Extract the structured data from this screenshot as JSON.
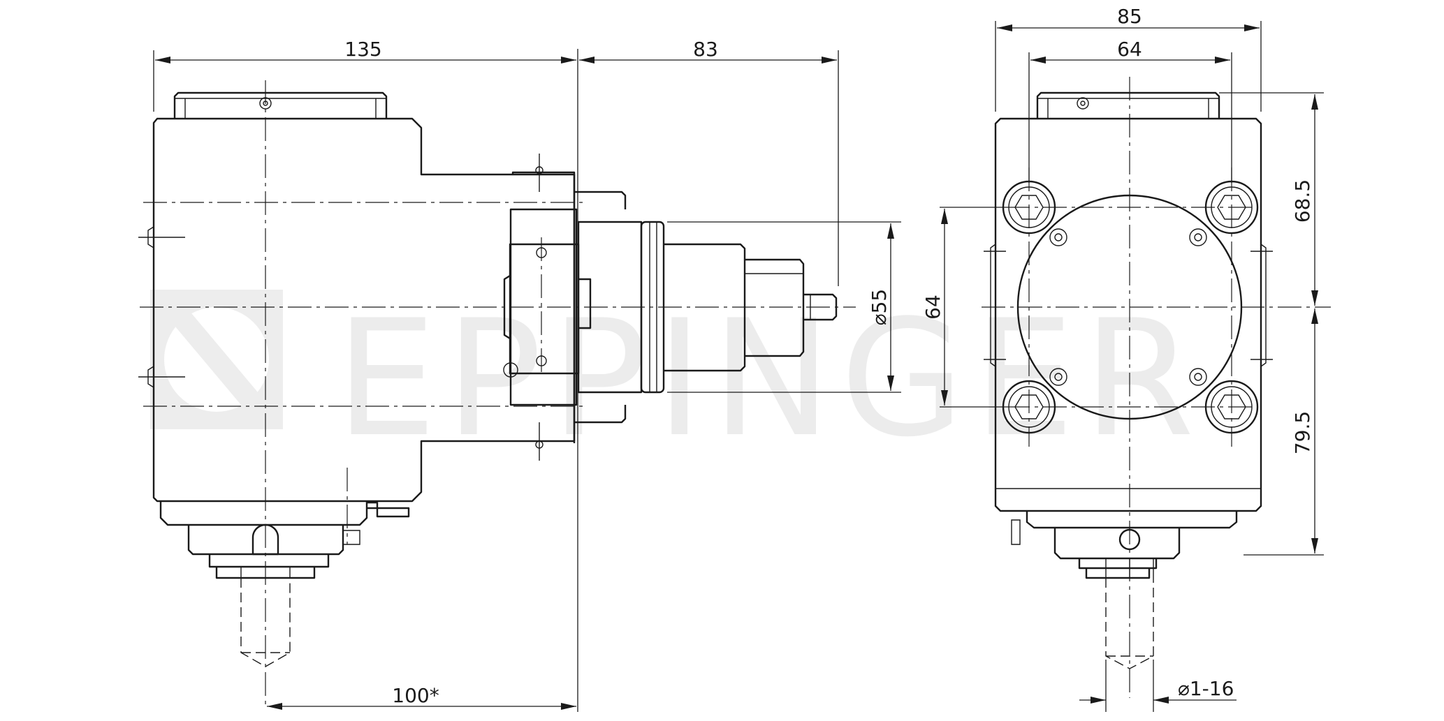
{
  "watermark": {
    "brand": "EPPINGER"
  },
  "dimensions": {
    "side_view": {
      "overall_length": "135",
      "spindle_projection": "83",
      "spindle_diameter": "⌀55",
      "tool_offset": "100*"
    },
    "front_view": {
      "overall_width": "85",
      "bolt_spacing_horizontal": "64",
      "bolt_spacing_vertical": "64",
      "upper_height": "68.5",
      "lower_height": "79.5",
      "collet_range": "⌀1-16"
    }
  }
}
